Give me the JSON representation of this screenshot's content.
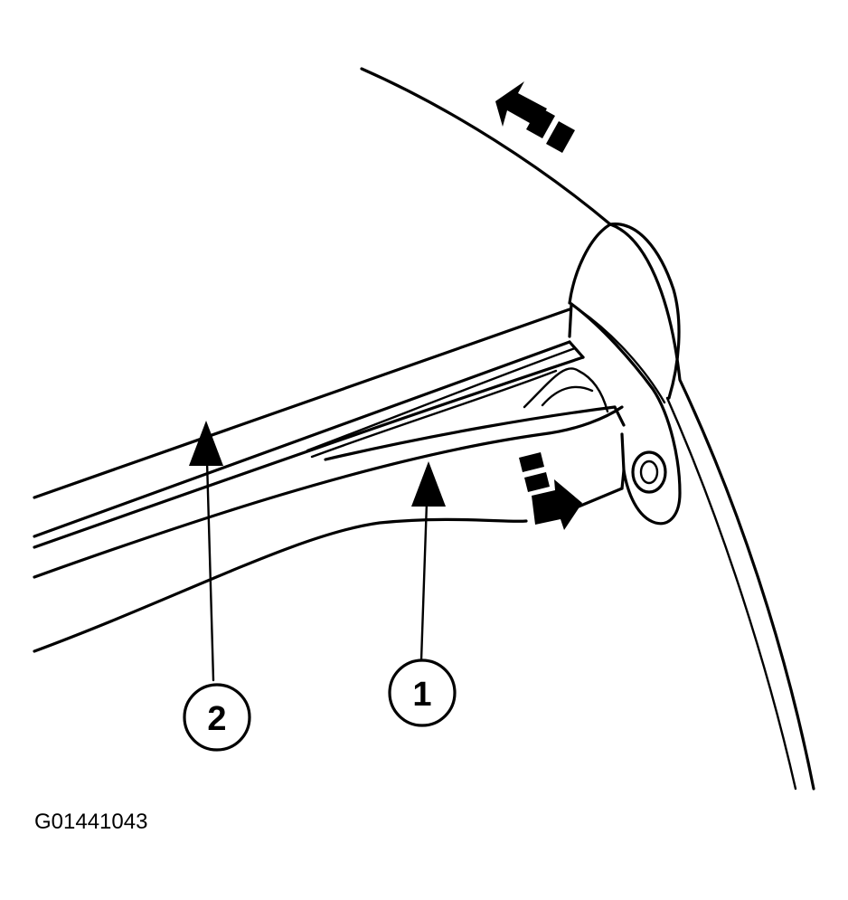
{
  "callouts": [
    {
      "label": "1"
    },
    {
      "label": "2"
    }
  ],
  "figure_id": "G01441043",
  "colors": {
    "ink": "#000000",
    "background": "#ffffff"
  },
  "icons": [
    "motion-arrow-up-left-icon",
    "motion-arrow-down-right-icon",
    "pointer-arrow-icon"
  ]
}
